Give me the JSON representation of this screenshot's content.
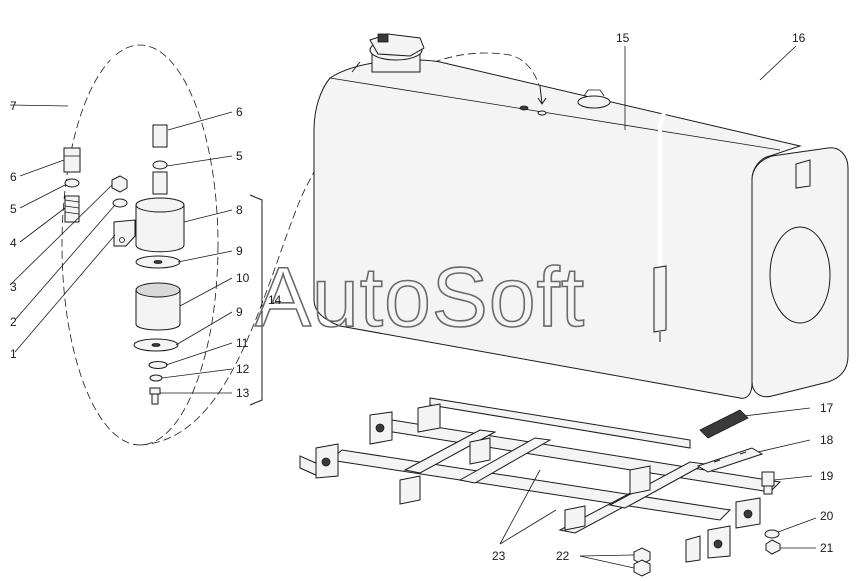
{
  "watermark": "AutoSoft",
  "callouts": {
    "c1": "1",
    "c2": "2",
    "c3": "3",
    "c4": "4",
    "c5_left": "5",
    "c5_right": "5",
    "c6_left": "6",
    "c6_right": "6",
    "c7": "7",
    "c8": "8",
    "c9_top": "9",
    "c9_bottom": "9",
    "c10": "10",
    "c11": "11",
    "c12": "12",
    "c13": "13",
    "c14": "14",
    "c15": "15",
    "c16": "16",
    "c17": "17",
    "c18": "18",
    "c19": "19",
    "c20": "20",
    "c21": "21",
    "c22": "22",
    "c23": "23"
  }
}
